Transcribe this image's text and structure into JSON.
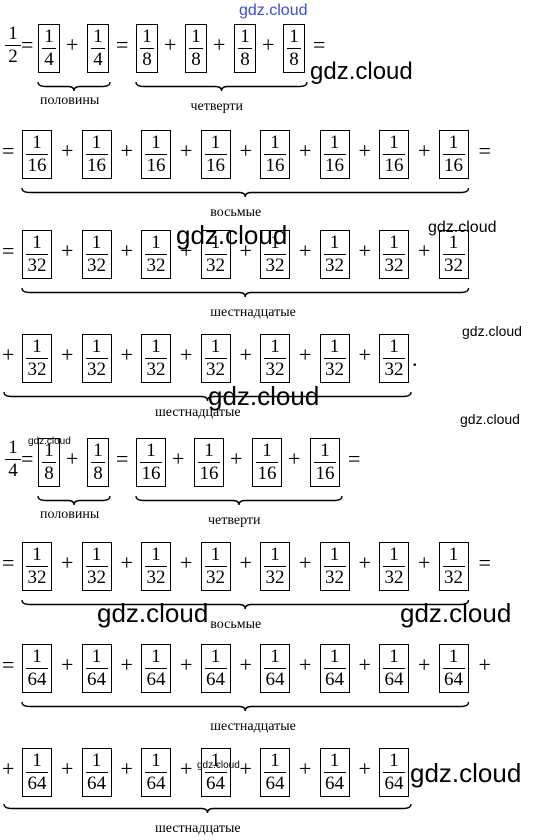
{
  "watermark_text": "gdz.cloud",
  "one": "1",
  "rows": [
    {
      "lead_num": "1",
      "lead_den": "2",
      "den_a": "4",
      "den_b": "8",
      "label_a": "половины",
      "label_b": "четверти"
    },
    {
      "den": "16",
      "label": "восьмые"
    },
    {
      "den": "32",
      "label": "шестнадцатые"
    },
    {
      "den": "32",
      "label": "шестнадцатые",
      "end": "."
    },
    {
      "lead_num": "1",
      "lead_den": "4",
      "den_a": "8",
      "den_b": "16",
      "label_a": "половины",
      "label_b": "четверти"
    },
    {
      "den": "32",
      "label": "восьмые"
    },
    {
      "den": "64",
      "label": "шестнадцатые"
    },
    {
      "den": "64",
      "label": "шестнадцатые"
    }
  ],
  "symbols": {
    "eq": "=",
    "plus": "+"
  }
}
